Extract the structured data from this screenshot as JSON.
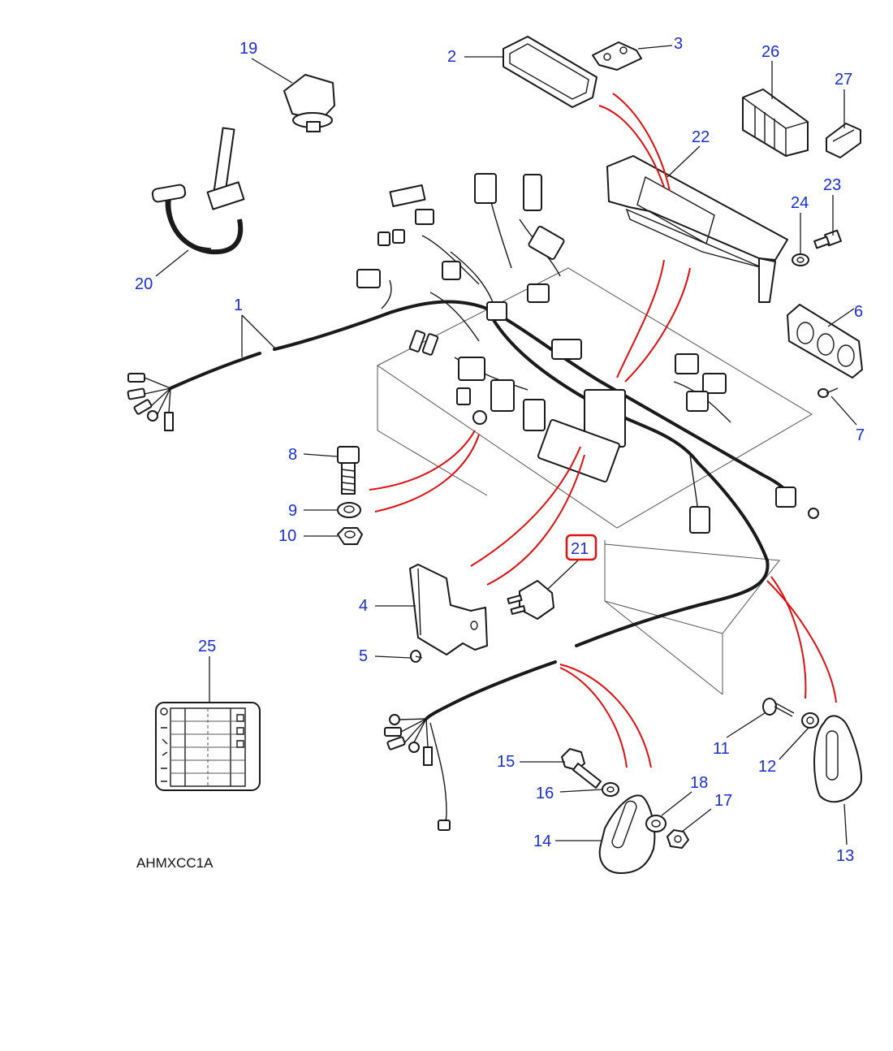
{
  "diagram_code": "AHMXCC1A",
  "colors": {
    "callout": "#1a2fd6",
    "highlight": "#e01010",
    "linework": "#1a1a1a"
  },
  "selected_callout": "21",
  "callouts": {
    "c1": "1",
    "c2": "2",
    "c3": "3",
    "c4": "4",
    "c5": "5",
    "c6": "6",
    "c7": "7",
    "c8": "8",
    "c9": "9",
    "c10": "10",
    "c11": "11",
    "c12": "12",
    "c13": "13",
    "c14": "14",
    "c15": "15",
    "c16": "16",
    "c17": "17",
    "c18": "18",
    "c19": "19",
    "c20": "20",
    "c21": "21",
    "c22": "22",
    "c23": "23",
    "c24": "24",
    "c25": "25",
    "c26": "26",
    "c27": "27"
  }
}
